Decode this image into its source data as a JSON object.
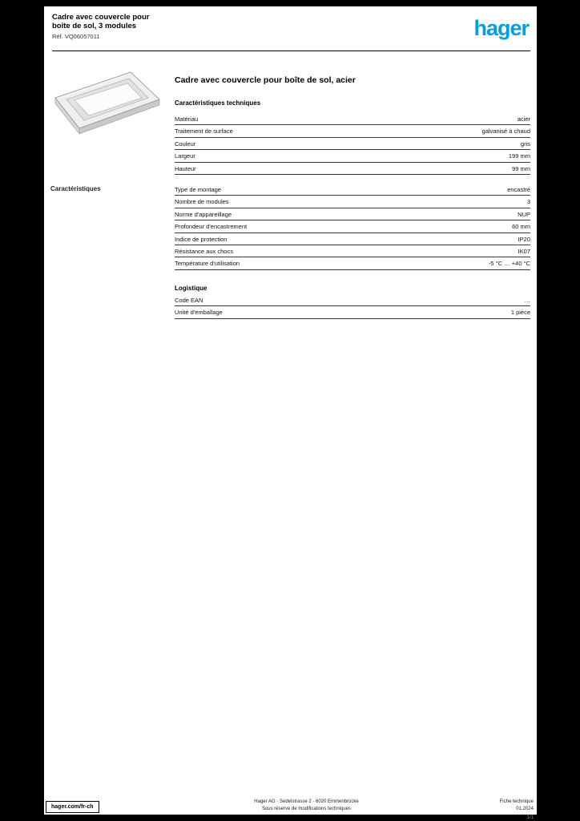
{
  "header": {
    "title_line1": "Cadre avec couvercle pour",
    "title_line2": "boîte de sol, 3 modules",
    "reference": "Réf. VQ06057011",
    "logo_text": "hager",
    "brand_color": "#00a0e1"
  },
  "product": {
    "title": "Cadre avec couvercle pour boîte de sol, acier",
    "image_name": "cadre-couvercle-3-modules"
  },
  "sections": {
    "specs1_title": "Caractéristiques techniques",
    "side_label": "Caractéristiques",
    "logistics_title": "Logistique"
  },
  "specs1": {
    "rows": [
      {
        "label": "Matériau",
        "value": "acier"
      },
      {
        "label": "Traitement de surface",
        "value": "galvanisé à chaud"
      },
      {
        "label": "Couleur",
        "value": "gris"
      },
      {
        "label": "Largeur",
        "value": "199 mm"
      },
      {
        "label": "Hauteur",
        "value": "99 mm"
      }
    ]
  },
  "specs2": {
    "rows": [
      {
        "label": "Type de montage",
        "value": "encastré"
      },
      {
        "label": "Nombre de modules",
        "value": "3"
      },
      {
        "label": "Norme d'appareillage",
        "value": "NUP"
      },
      {
        "label": "Profondeur d'encastrement",
        "value": "60 mm"
      },
      {
        "label": "Indice de protection",
        "value": "IP20"
      },
      {
        "label": "Résistance aux chocs",
        "value": "IK07"
      },
      {
        "label": "Température d'utilisation",
        "value": "-5 °C … +40 °C"
      }
    ]
  },
  "logistics": {
    "rows": [
      {
        "label": "Code EAN",
        "value": "…"
      },
      {
        "label": "Unité d'emballage",
        "value": "1 pièce"
      }
    ]
  },
  "footer": {
    "link": "hager.com/fr-ch",
    "center_line1": "Hager AG · Sedelstrasse 2 · 6020 Emmenbrücke",
    "center_line2": "Sous réserve de modifications techniques",
    "right_line1": "Fiche technique",
    "right_line2": "01.2024",
    "page_indicator": "1/1"
  }
}
